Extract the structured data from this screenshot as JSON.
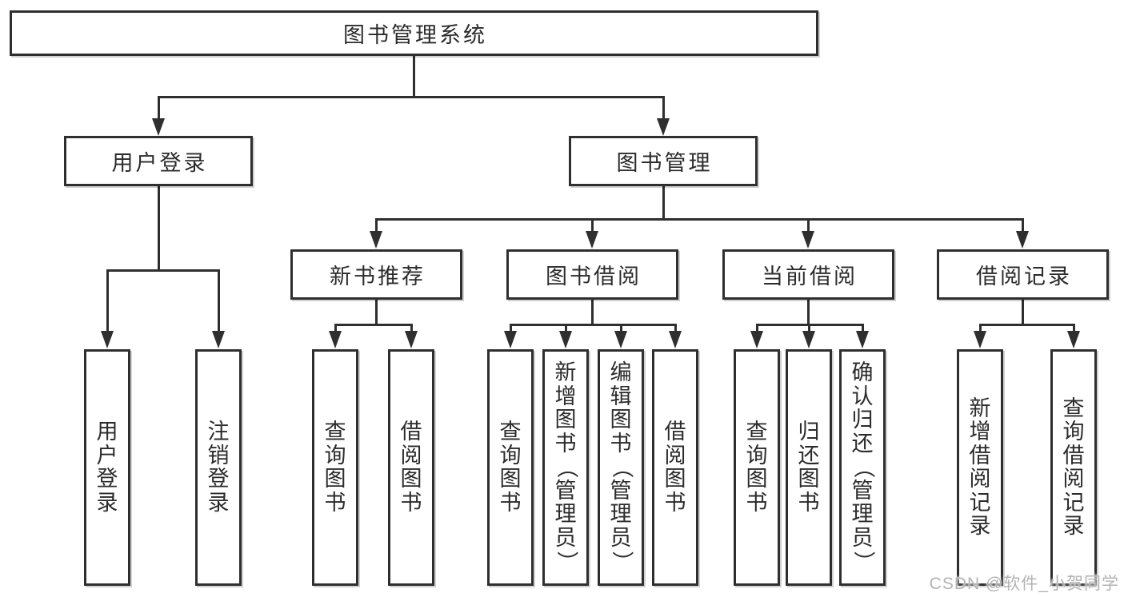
{
  "diagram": {
    "root": {
      "label": "图书管理系统"
    },
    "level2": [
      {
        "id": "user-login",
        "label": "用户登录"
      },
      {
        "id": "book-management",
        "label": "图书管理"
      }
    ],
    "level3": [
      {
        "id": "new-book-recommend",
        "label": "新书推荐"
      },
      {
        "id": "book-borrow",
        "label": "图书借阅"
      },
      {
        "id": "current-borrow",
        "label": "当前借阅"
      },
      {
        "id": "borrow-records",
        "label": "借阅记录"
      }
    ],
    "leaf_groups": [
      {
        "parent": "用户登录",
        "items": [
          "用户登录",
          "注销登录"
        ]
      },
      {
        "parent": "新书推荐",
        "items": [
          "查询图书",
          "借阅图书"
        ]
      },
      {
        "parent": "图书借阅",
        "items": [
          "查询图书",
          "新增图书（管理员）",
          "编辑图书（管理员）",
          "借阅图书"
        ]
      },
      {
        "parent": "当前借阅",
        "items": [
          "查询图书",
          "归还图书",
          "确认归还（管理员）"
        ]
      },
      {
        "parent": "借阅记录",
        "items": [
          "新增借阅记录",
          "查询借阅记录"
        ]
      }
    ]
  },
  "watermark": {
    "text": "CSDN @软件_小贺同学"
  },
  "colors": {
    "line": "#2f2f2f",
    "text": "#2b2b2b",
    "box_background": "#ffffff",
    "background": "#ffffff",
    "watermark": "#b3b3b3"
  }
}
